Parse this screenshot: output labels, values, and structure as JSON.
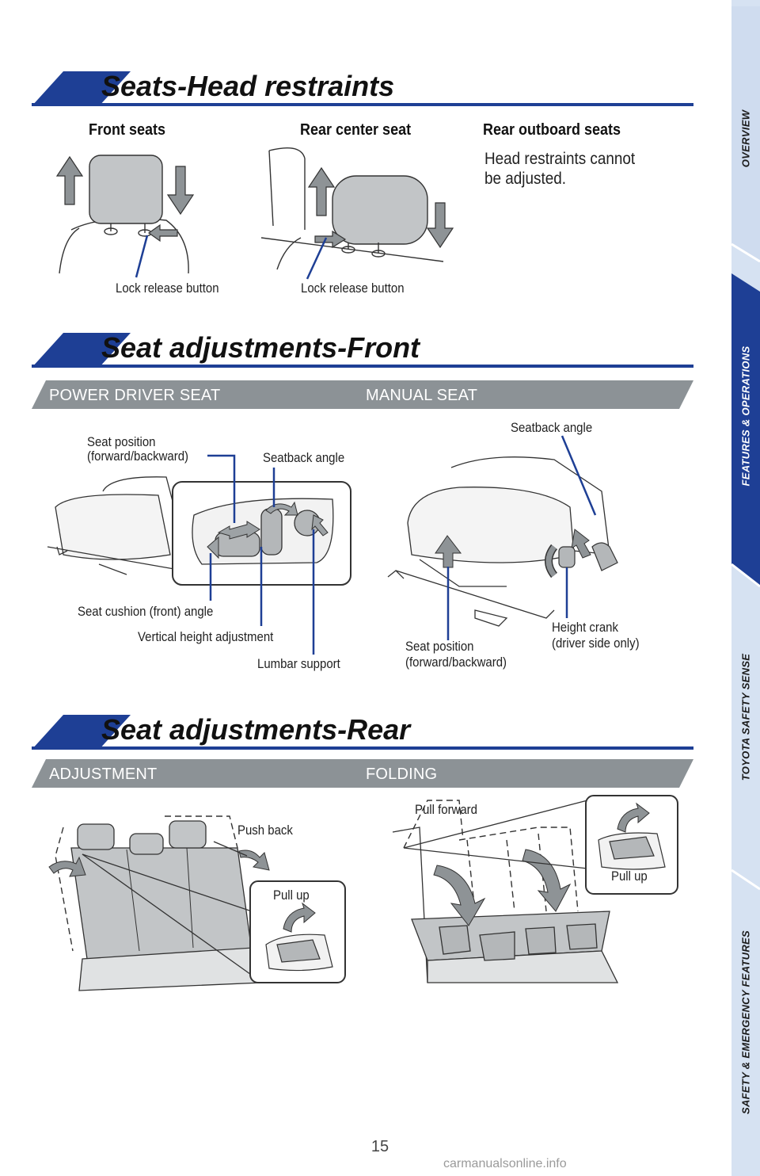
{
  "side_tabs": [
    {
      "label": "OVERVIEW",
      "active": false
    },
    {
      "label": "FEATURES & OPERATIONS",
      "active": true
    },
    {
      "label": "TOYOTA SAFETY SENSE",
      "active": false
    },
    {
      "label": "SAFETY & EMERGENCY FEATURES",
      "active": false
    }
  ],
  "colors": {
    "brand_blue": "#1e3f95",
    "band_gray": "#8c9296",
    "tab_light": "#d6e2f2",
    "part_gray": "#b4b7b9"
  },
  "head_restraints": {
    "title": "Seats-Head restraints",
    "front_seats": {
      "heading": "Front seats",
      "callout": "Lock release button"
    },
    "rear_center_seat": {
      "heading": "Rear center seat",
      "callout": "Lock release button"
    },
    "rear_outboard_seats": {
      "heading": "Rear outboard seats",
      "note": "Head restraints cannot be adjusted."
    }
  },
  "front": {
    "title": "Seat adjustments-Front",
    "power_driver_seat": {
      "band": "POWER DRIVER SEAT",
      "seat_position_line1": "Seat position",
      "seat_position_line2": "(forward/backward)",
      "seatback_angle": "Seatback angle",
      "seat_cushion_angle": "Seat cushion (front) angle",
      "vertical_height": "Vertical height adjustment",
      "lumbar_support": "Lumbar support"
    },
    "manual_seat": {
      "band": "MANUAL SEAT",
      "seatback_angle": "Seatback angle",
      "seat_position_line1": "Seat position",
      "seat_position_line2": "(forward/backward)",
      "height_crank_line1": "Height crank",
      "height_crank_line2": "(driver side only)"
    }
  },
  "rear": {
    "title": "Seat adjustments-Rear",
    "adjustment": {
      "band": "ADJUSTMENT",
      "push_back": "Push back",
      "pull_up": "Pull up"
    },
    "folding": {
      "band": "FOLDING",
      "pull_forward": "Pull forward",
      "pull_up": "Pull up"
    }
  },
  "page_number": "15",
  "watermark": "carmanualsonline.info"
}
